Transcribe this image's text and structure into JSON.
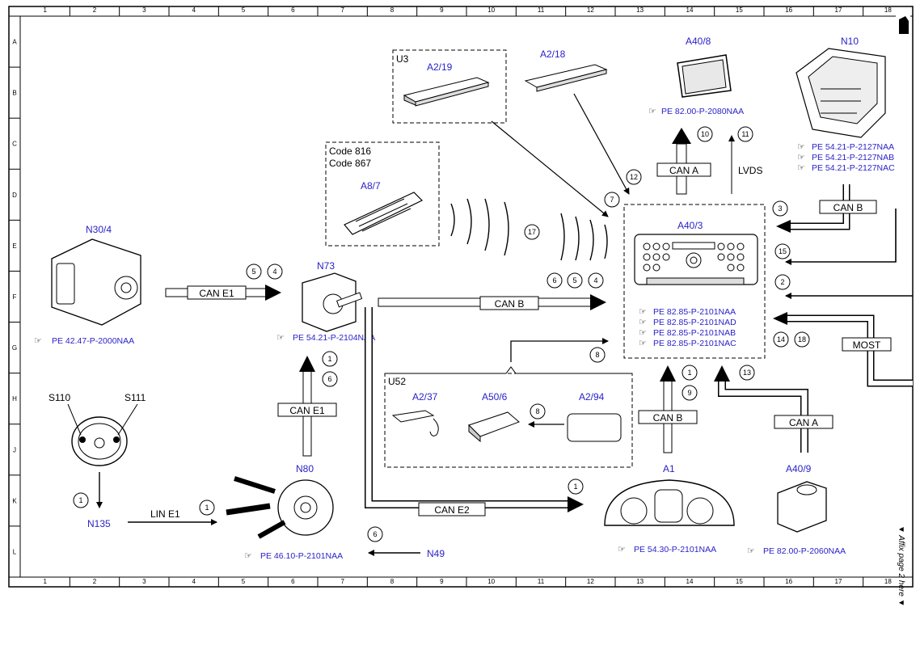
{
  "grid": {
    "columns": [
      "1",
      "2",
      "3",
      "4",
      "5",
      "6",
      "7",
      "8",
      "9",
      "10",
      "11",
      "12",
      "13",
      "14",
      "15",
      "16",
      "17",
      "18"
    ],
    "rows": [
      "A",
      "B",
      "C",
      "D",
      "E",
      "F",
      "G",
      "H",
      "J",
      "K",
      "L"
    ]
  },
  "side_note": "▼ Affix page 2 here ▼",
  "components": {
    "u3": "U3",
    "a2_19": "A2/19",
    "a2_18": "A2/18",
    "a40_8": "A40/8",
    "a40_8_ref": "PE 82.00-P-2080NAA",
    "n10": "N10",
    "n10_refs": [
      "PE 54.21-P-2127NAA",
      "PE 54.21-P-2127NAB",
      "PE 54.21-P-2127NAC"
    ],
    "code1": "Code 816",
    "code2": "Code 867",
    "a8_7": "A8/7",
    "n30_4": "N30/4",
    "n30_4_ref": "PE 42.47-P-2000NAA",
    "n73": "N73",
    "n73_ref": "PE 54.21-P-2104NAA",
    "a40_3": "A40/3",
    "a40_3_refs": [
      "PE 82.85-P-2101NAA",
      "PE 82.85-P-2101NAD",
      "PE 82.85-P-2101NAB",
      "PE 82.85-P-2101NAC"
    ],
    "u52": "U52",
    "a2_37": "A2/37",
    "a50_6": "A50/6",
    "a2_94": "A2/94",
    "s110": "S110",
    "s111": "S111",
    "n135": "N135",
    "n80": "N80",
    "n80_ref": "PE 46.10-P-2101NAA",
    "n49": "N49",
    "a1": "A1",
    "a1_ref": "PE 54.30-P-2101NAA",
    "a40_9": "A40/9",
    "a40_9_ref": "PE 82.00-P-2060NAA"
  },
  "buses": {
    "can_a_top": "CAN A",
    "lvds": "LVDS",
    "can_b_right": "CAN B",
    "most": "MOST",
    "can_e1_left": "CAN E1",
    "can_b_mid": "CAN B",
    "can_e1_vert": "CAN E1",
    "lin_e1": "LIN E1",
    "can_e2": "CAN E2",
    "can_b_bottom": "CAN B",
    "can_a_bottom": "CAN A"
  },
  "numbers": {
    "n10": "10",
    "n11": "11",
    "n12": "12",
    "n7": "7",
    "n3": "3",
    "n15": "15",
    "n2": "2",
    "n14": "14",
    "n18": "18",
    "n17": "17",
    "n5a": "5",
    "n4a": "4",
    "n6b": "6",
    "n5b": "5",
    "n4b": "4",
    "n8a": "8",
    "n8b": "8",
    "n1a": "1",
    "n6a": "6",
    "n1b": "1",
    "n9": "9",
    "n13": "13",
    "n1c": "1",
    "n1d": "1",
    "n1e": "1",
    "n6c": "6"
  }
}
